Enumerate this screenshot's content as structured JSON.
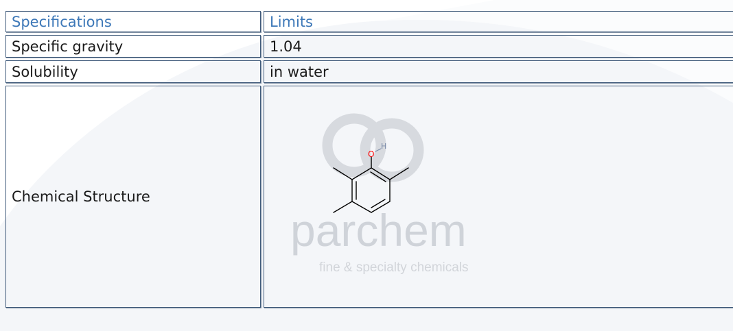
{
  "table": {
    "header": {
      "spec": "Specifications",
      "limits": "Limits"
    },
    "rows": [
      {
        "spec": "Specific gravity",
        "limit": "1.04"
      },
      {
        "spec": "Solubility",
        "limit": "in water"
      }
    ],
    "structure": {
      "label": "Chemical Structure",
      "atom_oxygen": "O",
      "atom_hydrogen": "H"
    }
  },
  "watermark": {
    "brand": "parchem",
    "tagline": "fine & specialty chemicals"
  },
  "colors": {
    "border": "#3f5a7a",
    "header_text": "#3d78b8",
    "oxygen": "#ff0000",
    "hydrogen": "#7a8aa8",
    "watermark": "#a6abb3"
  }
}
